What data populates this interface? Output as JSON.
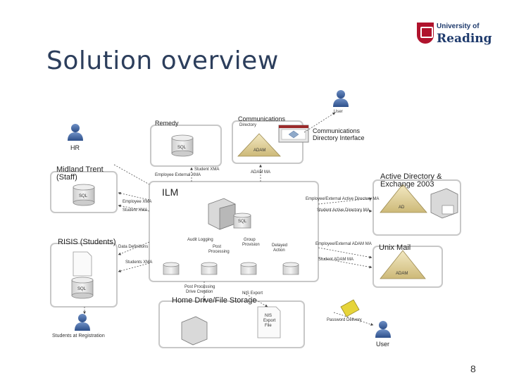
{
  "slide": {
    "title": "Solution overview",
    "page_number": "8"
  },
  "logo": {
    "line1": "University of",
    "line2": "Reading"
  },
  "diagram": {
    "people": {
      "hr": "HR",
      "user_top": "User",
      "user_bottom": "User",
      "students_registration": "Students at Registration"
    },
    "systems": {
      "remedy": "Remedy",
      "communications": "Communications",
      "communications_sub": "Directory",
      "midland_trent_1": "Midland Trent",
      "midland_trent_2": "(Staff)",
      "risis": "RISIS (Students)",
      "active_directory_1": "Active Directory &",
      "active_directory_2": "Exchange 2003",
      "unix_mail": "Unix Mail",
      "home_drive": "Home Drive/File Storage",
      "comm_interface_1": "Communications",
      "comm_interface_2": "Directory Interface",
      "ilm": "ILM"
    },
    "db_labels": {
      "sql": "SQL",
      "adam": "ADAM",
      "ad": "AD"
    },
    "connectors": {
      "student_xma_top": "Student XMA",
      "employee_external_xma": "Employee External XMA",
      "adam_ma": "ADAM MA",
      "employee_xma": "Employee XMA",
      "student_xma_left": "Student XMA",
      "data_definitions": "Data Definitions",
      "students_xma": "Students XMA",
      "employee_external_ad_ma": "Employee/External Active Directory MA",
      "student_ad_ma": "Student Active Directory MA",
      "employee_external_adam_ma": "Employee/External ADAM MA",
      "student_adam_ma": "Student ADAM MA",
      "audit_logging": "Audit Logging",
      "post_processing": "Post",
      "post_processing_2": "Processing",
      "group_provision": "Group",
      "group_provision_2": "Provision",
      "delayed_action": "Delayed",
      "delayed_action_2": "Action",
      "post_processing_drive": "Post Processing",
      "post_processing_drive_2": "Drive Creation",
      "nis_export": "NIS Export",
      "nis_passwd_1": "NIS",
      "nis_passwd_2": "Export",
      "nis_passwd_3": "File",
      "password_delivery": "Password Delivery"
    }
  }
}
